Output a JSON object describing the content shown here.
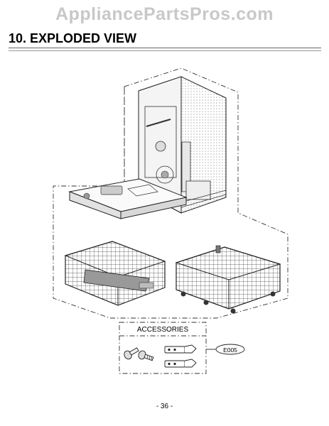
{
  "watermark": "AppliancePartsPros.com",
  "section_title": "10. EXPLODED VIEW",
  "accessories": {
    "label": "ACCESSORIES",
    "part_code": "E005"
  },
  "page_number": "- 36 -"
}
